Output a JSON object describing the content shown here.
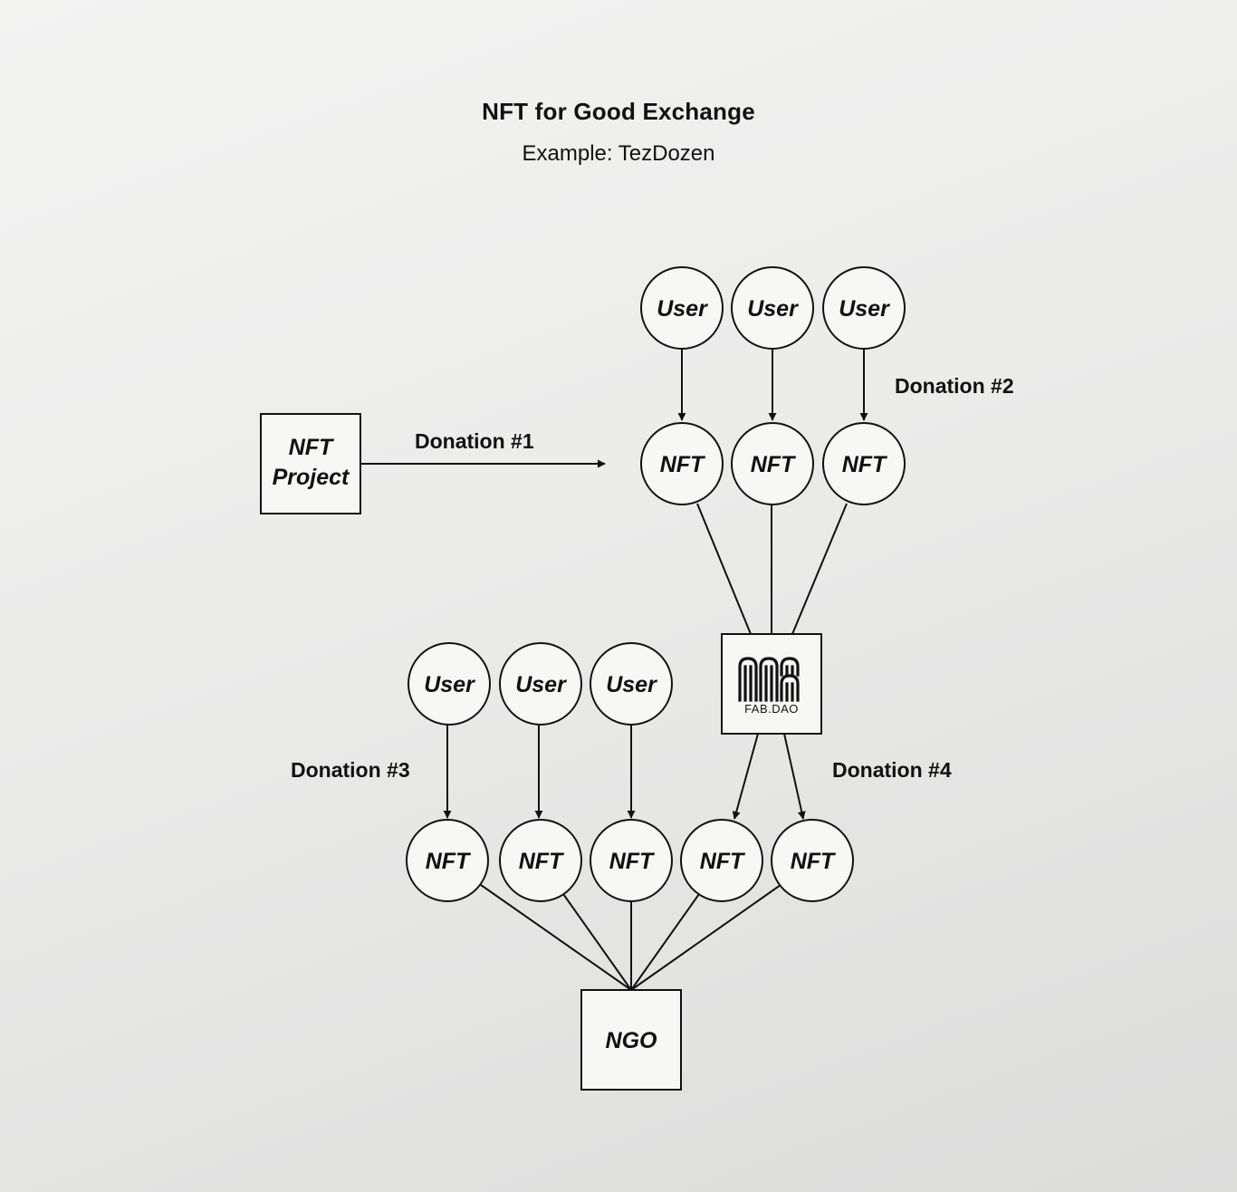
{
  "title": "NFT for Good Exchange",
  "subtitle": "Example: TezDozen",
  "nodes": {
    "user_a1": "User",
    "user_a2": "User",
    "user_a3": "User",
    "nft_a1": "NFT",
    "nft_a2": "NFT",
    "nft_a3": "NFT",
    "nft_project": [
      "NFT",
      "Project"
    ],
    "fabdao": "FAB.DAO",
    "user_b1": "User",
    "user_b2": "User",
    "user_b3": "User",
    "nft_b1": "NFT",
    "nft_b2": "NFT",
    "nft_b3": "NFT",
    "nft_b4": "NFT",
    "nft_b5": "NFT",
    "ngo": "NGO"
  },
  "edge_labels": {
    "donation1": "Donation #1",
    "donation2": "Donation #2",
    "donation3": "Donation #3",
    "donation4": "Donation #4"
  },
  "colors": {
    "stroke": "#111111",
    "node_fill": "#f7f7f6"
  }
}
